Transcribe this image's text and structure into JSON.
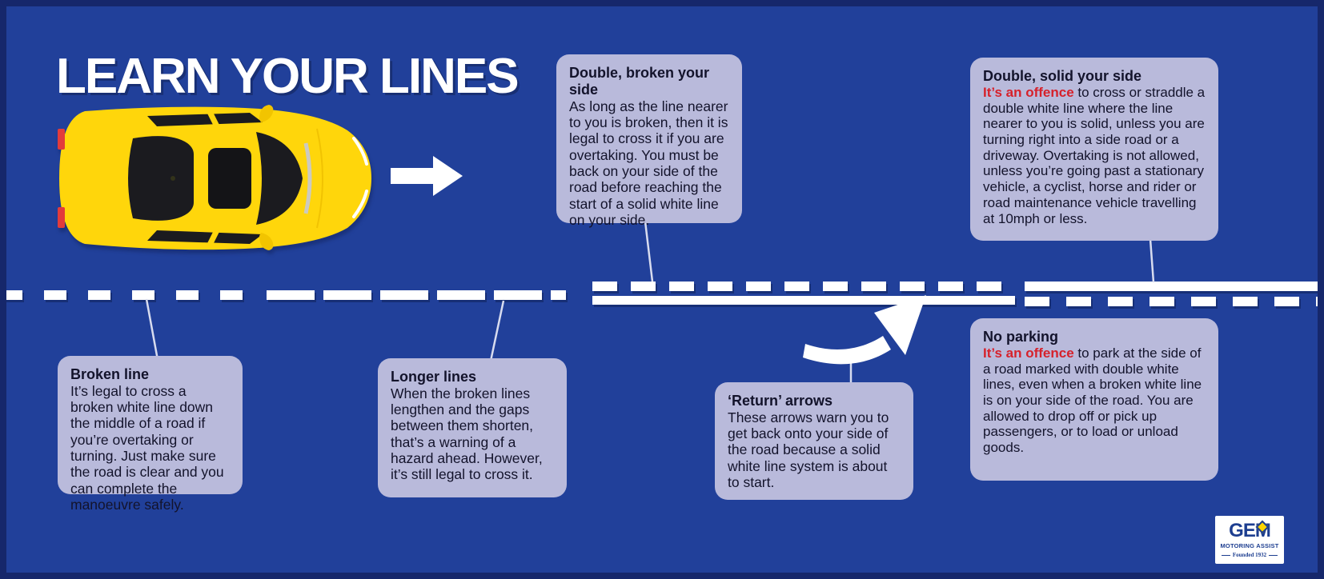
{
  "page": {
    "title": "LEARN YOUR LINES"
  },
  "colors": {
    "background": "#21409A",
    "frame_border": "#16276B",
    "callout_background": "#B9BADB",
    "text": "#13132B",
    "offence_red": "#D6212B",
    "road_line_white": "#FFFFFF",
    "car_yellow": "#FFD60B",
    "logo_blue": "#1D3E90",
    "logo_diamond_yellow": "#FFD500"
  },
  "road_markings": [
    {
      "name": "broken line",
      "pattern": "short dashes, long gaps"
    },
    {
      "name": "longer lines",
      "pattern": "long dashes, short gaps"
    },
    {
      "name": "double, broken your side",
      "pattern": "broken line over solid line"
    },
    {
      "name": "double, solid your side",
      "pattern": "solid line over broken line"
    }
  ],
  "callouts": [
    {
      "id": "broken-line",
      "title": "Broken line",
      "highlight": "",
      "body": "It’s legal to cross a broken white line down the middle of a road if you’re overtaking or turning. Just make sure the road is clear and you can complete the manoeuvre safely."
    },
    {
      "id": "longer-lines",
      "title": "Longer lines",
      "highlight": "",
      "body": "When the broken lines lengthen and the gaps between them shorten, that’s a warning of a hazard ahead. However, it’s still legal to cross it."
    },
    {
      "id": "double-broken-your-side",
      "title": "Double, broken your side",
      "highlight": "",
      "body": "As long as the line nearer to you is broken, then it is legal to cross it if you are overtaking. You must be back on your side of the road before reaching the start of a solid white line on your side."
    },
    {
      "id": "double-solid-your-side",
      "title": "Double, solid your side",
      "highlight": "It’s an offence",
      "body": " to cross or straddle a double white line where the line nearer to you is solid, unless you are turning right into a side road or a driveway. Overtaking is not allowed, unless you’re going past a stationary vehicle, a cyclist, horse and rider or road maintenance vehicle travelling at 10mph or less."
    },
    {
      "id": "return-arrows",
      "title": "‘Return’ arrows",
      "highlight": "",
      "body": "These arrows warn you to get back onto your side of the road because a solid white line system is about to start."
    },
    {
      "id": "no-parking",
      "title": "No parking",
      "highlight": "It’s an offence",
      "body": " to park at the side of a road marked with double white lines, even when a broken white line is on your side of the road. You are allowed to drop off or pick up passengers, or to load or unload goods."
    }
  ],
  "logo": {
    "name": "GEM",
    "tagline": "MOTORING ASSIST",
    "founded": "Founded 1932"
  }
}
